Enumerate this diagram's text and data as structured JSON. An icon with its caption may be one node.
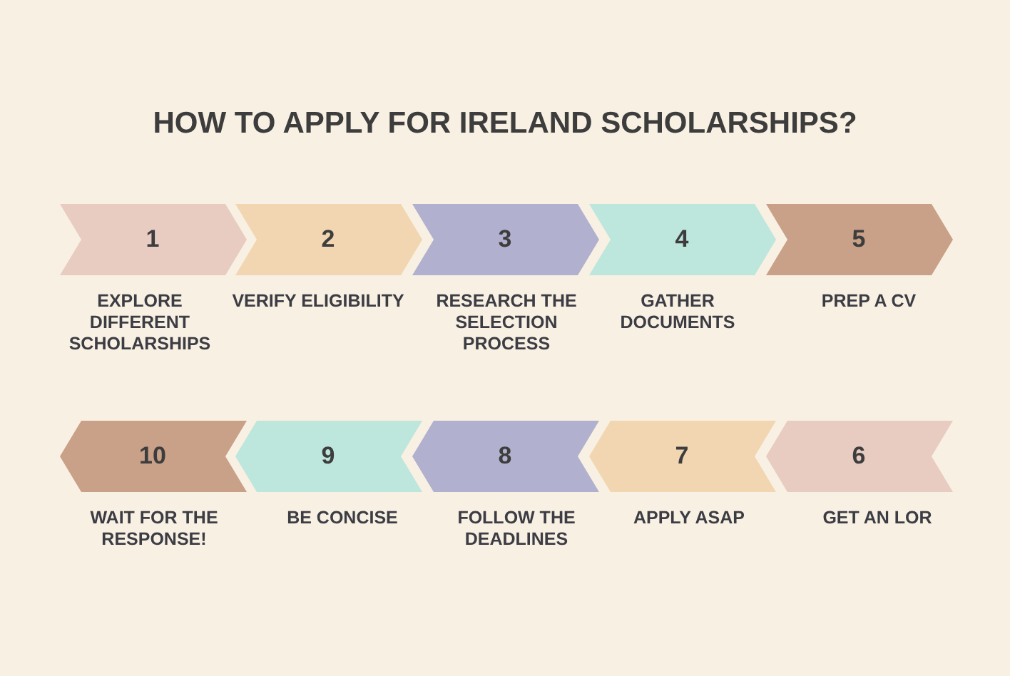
{
  "diagram": {
    "title": "HOW TO APPLY FOR IRELAND SCHOLARSHIPS?",
    "nodes": [
      {
        "text": [
          "1"
        ],
        "beside": [
          "EXPLORE DIFFERENT SCHOLARSHIPS"
        ]
      },
      {
        "text": [
          "2"
        ],
        "beside": [
          "VERIFY ELIGIBILITY"
        ]
      },
      {
        "text": [
          "3"
        ],
        "beside": [
          "RESEARCH THE SELECTION PROCESS"
        ]
      },
      {
        "text": [
          "4"
        ],
        "beside": [
          "GATHER DOCUMENTS"
        ]
      },
      {
        "text": [
          "5"
        ],
        "beside": [
          "PREP A CV"
        ]
      },
      {
        "text": [
          "6"
        ],
        "beside": [
          "GET AN LOR"
        ]
      },
      {
        "text": [
          "7"
        ],
        "beside": [
          "APPLY ASAP"
        ]
      },
      {
        "text": [
          "8"
        ],
        "beside": [
          "FOLLOW THE DEADLINES"
        ]
      },
      {
        "text": [
          "9"
        ],
        "beside": [
          "BE CONCISE"
        ]
      },
      {
        "text": [
          "10"
        ],
        "beside": [
          "WAIT FOR THE RESPONSE!"
        ]
      }
    ]
  }
}
